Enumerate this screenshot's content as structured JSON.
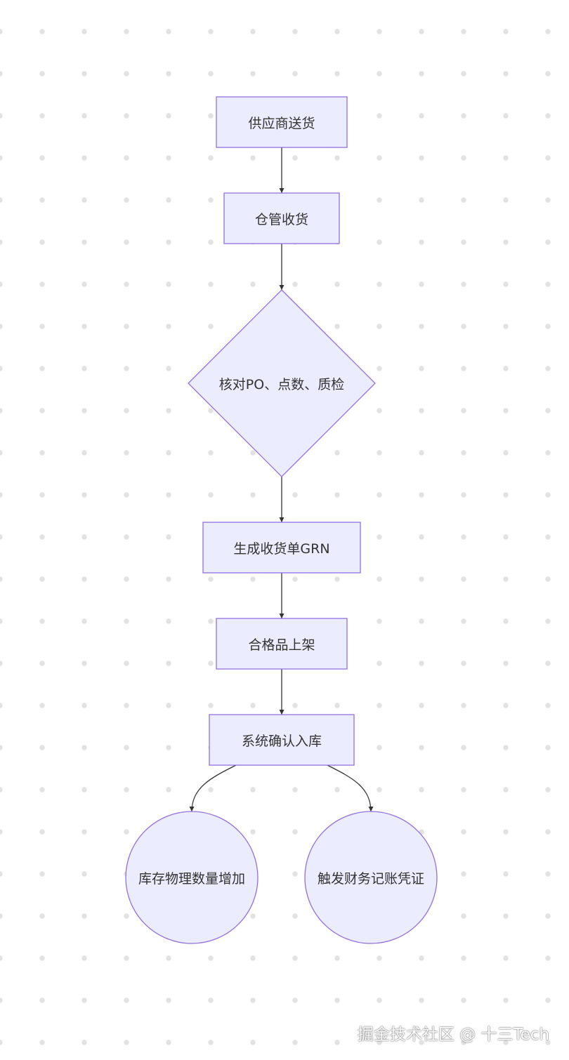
{
  "diagram": {
    "type": "flowchart",
    "nodes": [
      {
        "id": "supplier_delivery",
        "label": "供应商送货",
        "shape": "rectangle"
      },
      {
        "id": "warehouse_receive",
        "label": "仓管收货",
        "shape": "rectangle"
      },
      {
        "id": "verify",
        "label": "核对PO、点数、质检",
        "shape": "diamond"
      },
      {
        "id": "grn",
        "label": "生成收货单GRN",
        "shape": "rectangle"
      },
      {
        "id": "shelving",
        "label": "合格品上架",
        "shape": "rectangle"
      },
      {
        "id": "confirm_inbound",
        "label": "系统确认入库",
        "shape": "rectangle"
      },
      {
        "id": "inventory_increase",
        "label": "库存物理数量增加",
        "shape": "circle"
      },
      {
        "id": "finance_voucher",
        "label": "触发财务记账凭证",
        "shape": "circle"
      }
    ],
    "edges": [
      {
        "from": "supplier_delivery",
        "to": "warehouse_receive"
      },
      {
        "from": "warehouse_receive",
        "to": "verify"
      },
      {
        "from": "verify",
        "to": "grn"
      },
      {
        "from": "grn",
        "to": "shelving"
      },
      {
        "from": "shelving",
        "to": "confirm_inbound"
      },
      {
        "from": "confirm_inbound",
        "to": "inventory_increase"
      },
      {
        "from": "confirm_inbound",
        "to": "finance_voucher"
      }
    ],
    "colors": {
      "node_fill": "#ececff",
      "node_stroke": "#9370db",
      "edge": "#333333",
      "text": "#333333"
    }
  },
  "watermark": "掘金技术社区 @ 十三Tech"
}
